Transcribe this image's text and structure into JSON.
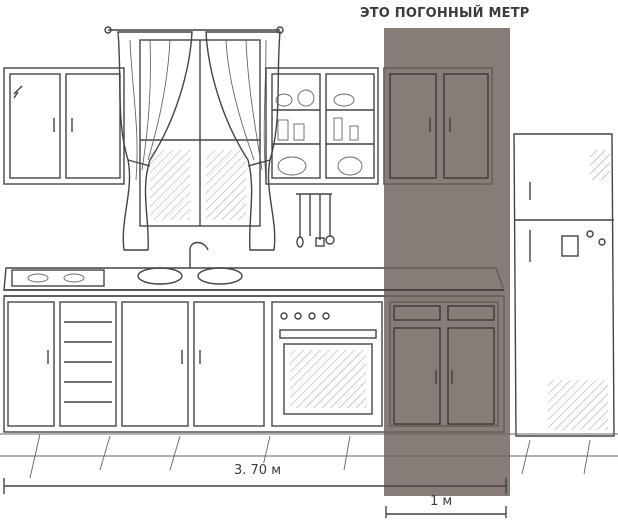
{
  "labels": {
    "header": "ЭТО ПОГОННЫЙ МЕТР",
    "total_length": "3. 70 м",
    "meter_length": "1 м"
  },
  "colors": {
    "highlight": "#6e5f5a",
    "line": "#444444",
    "background": "#ffffff"
  }
}
